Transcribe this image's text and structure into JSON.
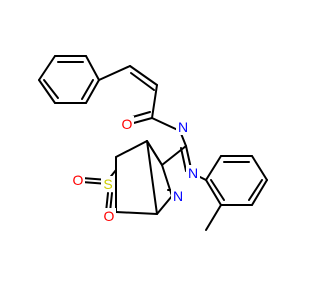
{
  "atoms": {
    "oxygen_amide": {
      "label": "O",
      "color": "#ff0000"
    },
    "nitrogen_amide": {
      "label": "N",
      "color": "#0000ff"
    },
    "nitrogen_ring_upper": {
      "label": "N",
      "color": "#0000ff"
    },
    "nitrogen_ring_lower": {
      "label": "N",
      "color": "#0000ff"
    },
    "sulfur": {
      "label": "S",
      "color": "#cccc00"
    },
    "oxygen_sulfonyl_left": {
      "label": "O",
      "color": "#ff0000"
    },
    "oxygen_sulfonyl_bottom": {
      "label": "O",
      "color": "#ff0000"
    }
  }
}
